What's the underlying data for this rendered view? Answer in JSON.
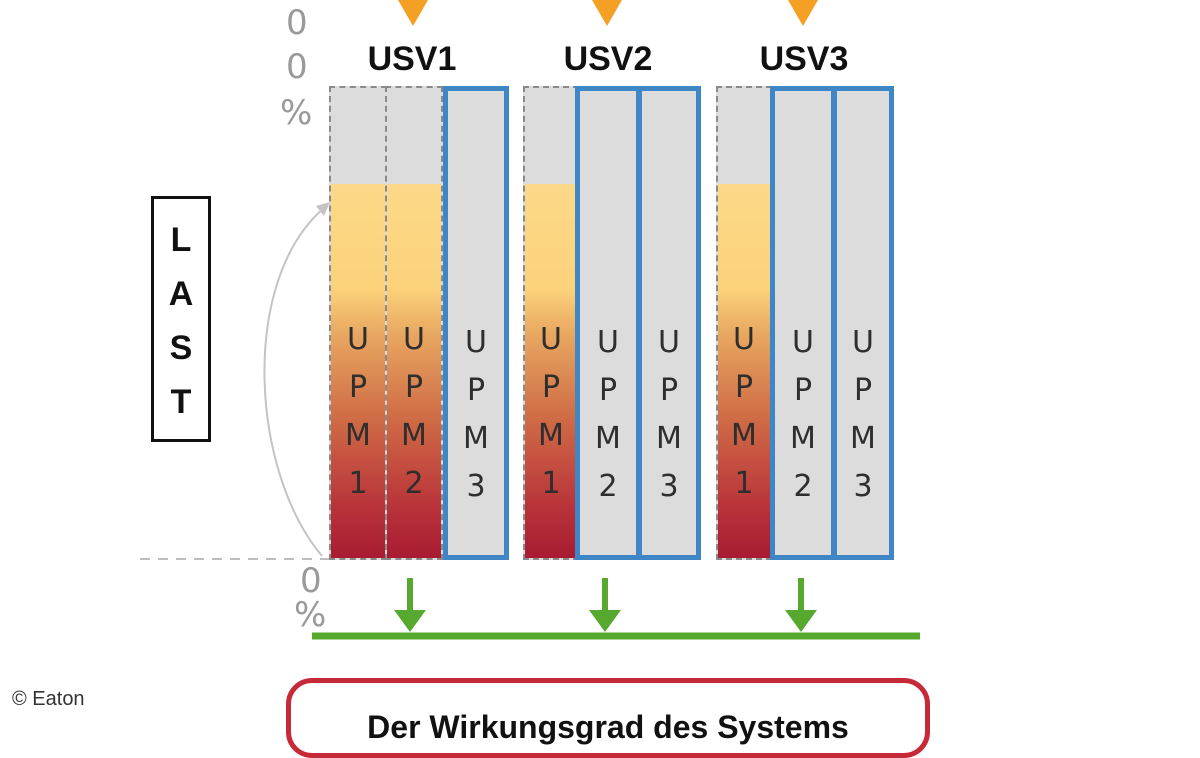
{
  "axis": {
    "top_label": [
      "0",
      "0",
      "%"
    ],
    "bottom_label": [
      "0",
      "%"
    ]
  },
  "load_label": {
    "letters": [
      "L",
      "A",
      "S",
      "T"
    ]
  },
  "colors": {
    "active_fill_top": "#fcd988",
    "active_fill_bottom": "#a81b31",
    "standby_border": "#3f86c6",
    "bus": "#57a82f",
    "input_arrow": "#f4a024",
    "bottom_box_border": "#c62937"
  },
  "usv": [
    {
      "title": "USV1",
      "modules": [
        {
          "label": [
            "U",
            "P",
            "M",
            "1"
          ],
          "state": "active",
          "load_fraction": 0.79
        },
        {
          "label": [
            "U",
            "P",
            "M",
            "2"
          ],
          "state": "active",
          "load_fraction": 0.79
        },
        {
          "label": [
            "U",
            "P",
            "M",
            "3"
          ],
          "state": "standby",
          "load_fraction": 0
        }
      ]
    },
    {
      "title": "USV2",
      "modules": [
        {
          "label": [
            "U",
            "P",
            "M",
            "1"
          ],
          "state": "active",
          "load_fraction": 0.79
        },
        {
          "label": [
            "U",
            "P",
            "M",
            "2"
          ],
          "state": "standby",
          "load_fraction": 0
        },
        {
          "label": [
            "U",
            "P",
            "M",
            "3"
          ],
          "state": "standby",
          "load_fraction": 0
        }
      ]
    },
    {
      "title": "USV3",
      "modules": [
        {
          "label": [
            "U",
            "P",
            "M",
            "1"
          ],
          "state": "active",
          "load_fraction": 0.79
        },
        {
          "label": [
            "U",
            "P",
            "M",
            "2"
          ],
          "state": "standby",
          "load_fraction": 0
        },
        {
          "label": [
            "U",
            "P",
            "M",
            "3"
          ],
          "state": "standby",
          "load_fraction": 0
        }
      ]
    }
  ],
  "bottom_box": {
    "text": "Der Wirkungsgrad des Systems"
  },
  "copyright": "© Eaton"
}
